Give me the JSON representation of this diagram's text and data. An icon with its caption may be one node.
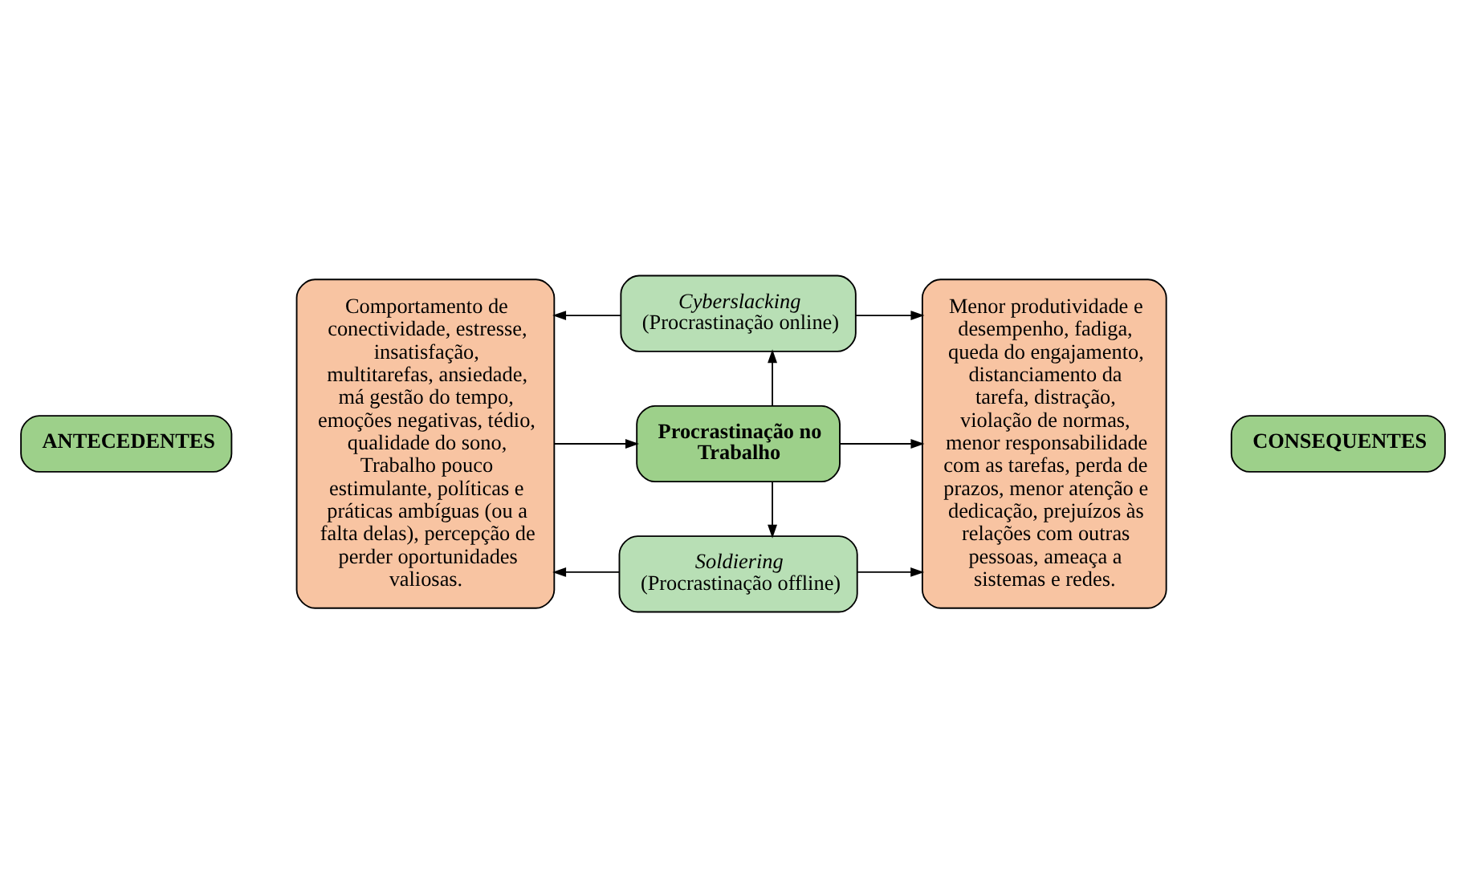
{
  "diagram": {
    "nodes": [
      {
        "text": [
          "ANTECEDENTES"
        ]
      },
      {
        "text": [
          "Comportamento de conectividade, estresse, insatisfação, multitarefas, ansiedade, má gestão do tempo, emoções negativas, tédio, qualidade do sono, Trabalho pouco estimulante, políticas e práticas ambíguas (ou a falta delas), percepção de perder oportunidades valiosas."
        ]
      },
      {
        "text": [
          "Cyberslacking",
          "(Procrastinação online)"
        ]
      },
      {
        "text": [
          "Procrastinação no Trabalho"
        ]
      },
      {
        "text": [
          "Soldiering",
          "(Procrastinação offline)"
        ]
      },
      {
        "text": [
          "Menor produtividade e desempenho, fadiga, queda do engajamento, distanciamento da tarefa, distração, violação de normas, menor responsabilidade com as tarefas, perda de prazos, menor atenção e dedicação, prejuízos às relações com outras pessoas, ameaça a sistemas e redes."
        ]
      },
      {
        "text": [
          "CONSEQUENTES"
        ]
      }
    ],
    "edges": [
      {
        "from": 1,
        "to": 3,
        "arrow": "to"
      },
      {
        "from": 3,
        "to": 2,
        "arrow": "to"
      },
      {
        "from": 3,
        "to": 4,
        "arrow": "to"
      },
      {
        "from": 3,
        "to": 5,
        "arrow": "to"
      },
      {
        "from": 2,
        "to": 1,
        "arrow": "to"
      },
      {
        "from": 2,
        "to": 5,
        "arrow": "to"
      },
      {
        "from": 4,
        "to": 1,
        "arrow": "to"
      },
      {
        "from": 4,
        "to": 5,
        "arrow": "to"
      }
    ]
  }
}
